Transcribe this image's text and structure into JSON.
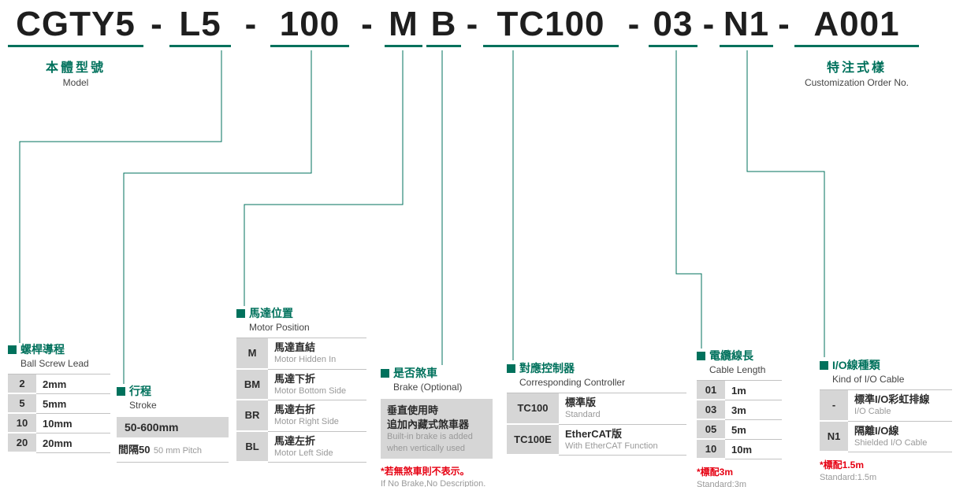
{
  "theme": {
    "teal": "#00715c",
    "red": "#e60012",
    "graybg": "#d6d6d6"
  },
  "model_code": {
    "dash": "-",
    "s1": "CGTY5",
    "s2": "L5",
    "s3": "100",
    "s4": "M",
    "s5": "B",
    "s6": "TC100",
    "s7": "03",
    "s8": "N1",
    "s9": "A001"
  },
  "labels": {
    "model_zh": "本體型號",
    "model_en": "Model",
    "custom_zh": "特注式樣",
    "custom_en": "Customization Order No."
  },
  "lead": {
    "title_zh": "螺桿導程",
    "title_en": "Ball Screw Lead",
    "rows": [
      {
        "code": "2",
        "value": "2mm"
      },
      {
        "code": "5",
        "value": "5mm"
      },
      {
        "code": "10",
        "value": "10mm"
      },
      {
        "code": "20",
        "value": "20mm"
      }
    ]
  },
  "stroke": {
    "title_zh": "行程",
    "title_en": "Stroke",
    "range": "50-600mm",
    "pitch_zh": "間隔50",
    "pitch_en": "50 mm Pitch"
  },
  "motor": {
    "title_zh": "馬達位置",
    "title_en": "Motor Position",
    "rows": [
      {
        "code": "M",
        "zh": "馬達直結",
        "en": "Motor Hidden In"
      },
      {
        "code": "BM",
        "zh": "馬達下折",
        "en": "Motor Bottom Side"
      },
      {
        "code": "BR",
        "zh": "馬達右折",
        "en": "Motor Right Side"
      },
      {
        "code": "BL",
        "zh": "馬達左折",
        "en": "Motor Left Side"
      }
    ]
  },
  "brake": {
    "title_zh": "是否煞車",
    "title_en": "Brake (Optional)",
    "line1_zh": "垂直使用時",
    "line2_zh": "追加內藏式煞車器",
    "line1_en": "Built-in brake is added",
    "line2_en": "when vertically used",
    "note_red": "*若無煞車則不表示。",
    "note_en": "If No Brake,No Description."
  },
  "controller": {
    "title_zh": "對應控制器",
    "title_en": "Corresponding Controller",
    "rows": [
      {
        "code": "TC100",
        "zh": "標準版",
        "en": "Standard"
      },
      {
        "code": "TC100E",
        "zh": "EtherCAT版",
        "en": "With EtherCAT Function"
      }
    ]
  },
  "cable": {
    "title_zh": "電纜線長",
    "title_en": "Cable Length",
    "rows": [
      {
        "code": "01",
        "value": "1m"
      },
      {
        "code": "03",
        "value": "3m"
      },
      {
        "code": "05",
        "value": "5m"
      },
      {
        "code": "10",
        "value": "10m"
      }
    ],
    "note_red": "*標配3m",
    "note_en": "Standard:3m"
  },
  "io": {
    "title_zh": "I/O線種類",
    "title_en": "Kind of I/O Cable",
    "rows": [
      {
        "code": "-",
        "zh": "標準I/O彩虹排線",
        "en": "I/O Cable"
      },
      {
        "code": "N1",
        "zh": "隔離I/O線",
        "en": "Shielded I/O Cable"
      }
    ],
    "note_red": "*標配1.5m",
    "note_en": "Standard:1.5m"
  }
}
